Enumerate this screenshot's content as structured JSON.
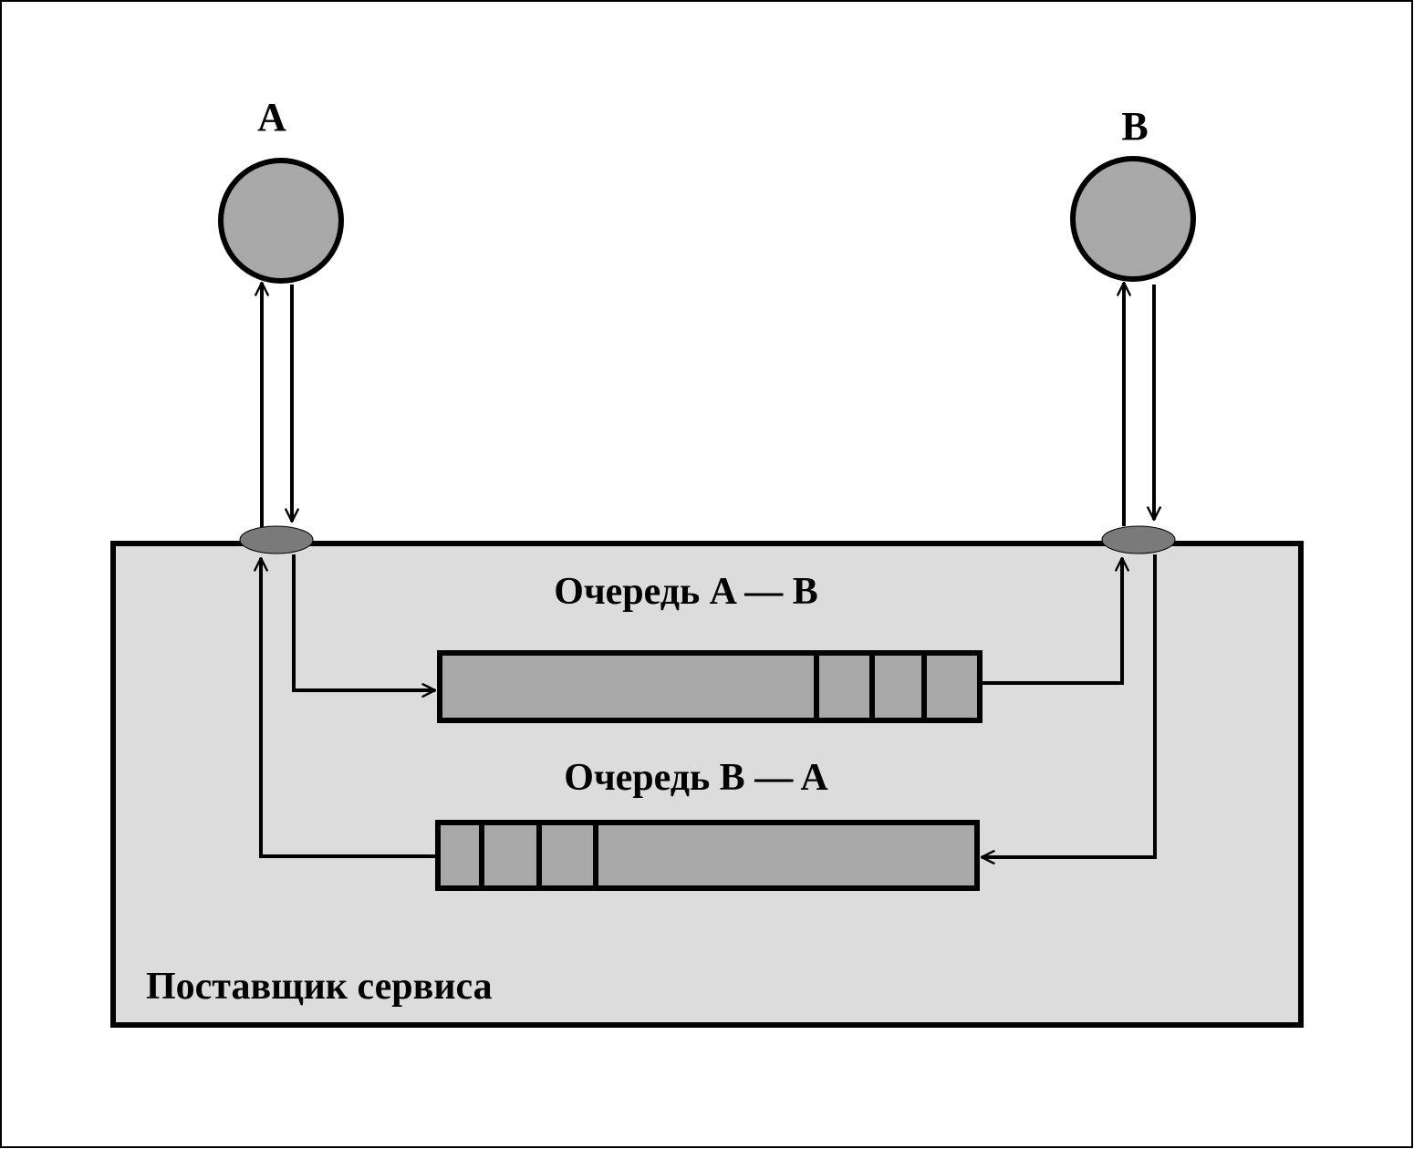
{
  "nodes": {
    "a": {
      "label": "A"
    },
    "b": {
      "label": "B"
    }
  },
  "queues": {
    "ab": {
      "label": "Очередь A — B",
      "message_slots": 3
    },
    "ba": {
      "label": "Очередь B — A",
      "message_slots": 3
    }
  },
  "provider": {
    "label": "Поставщик сервиса"
  },
  "colors": {
    "provider_fill": "#dcdcdc",
    "node_fill": "#a8a8a8",
    "queue_fill": "#a8a8a8",
    "port_fill": "#7a7a7a",
    "stroke": "#000000"
  }
}
